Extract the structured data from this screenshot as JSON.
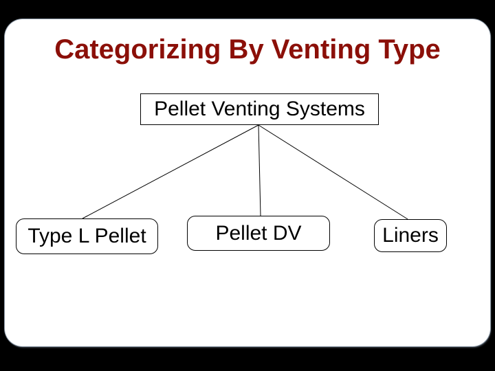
{
  "slide": {
    "title": "Categorizing By Venting Type",
    "colors": {
      "title": "#8b0f08",
      "background": "#000000",
      "slide_background": "#ffffff",
      "box_border": "#000000",
      "text": "#000000"
    }
  },
  "diagram": {
    "type": "tree",
    "root": {
      "label": "Pellet Venting Systems"
    },
    "children": [
      {
        "label": "Type L Pellet"
      },
      {
        "label": "Pellet DV"
      },
      {
        "label": "Liners"
      }
    ]
  }
}
